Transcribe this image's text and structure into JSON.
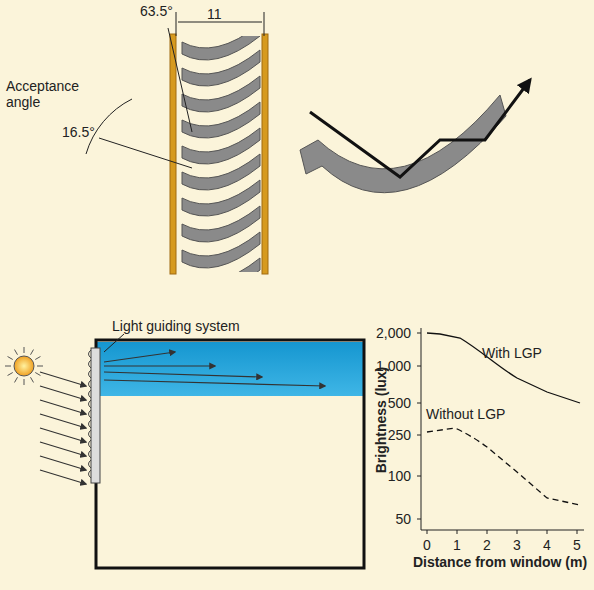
{
  "diagram": {
    "labels": [
      "63.5°",
      "11",
      "Acceptance angle",
      "16.5°",
      "Light guiding system",
      "2,000",
      "1,000",
      "500",
      "250",
      "100",
      "50",
      "With LGP",
      "Without LGP",
      "Brightness (lux)",
      "0",
      "1",
      "2",
      "3",
      "4",
      "5",
      "Distance from window (m)"
    ]
  }
}
